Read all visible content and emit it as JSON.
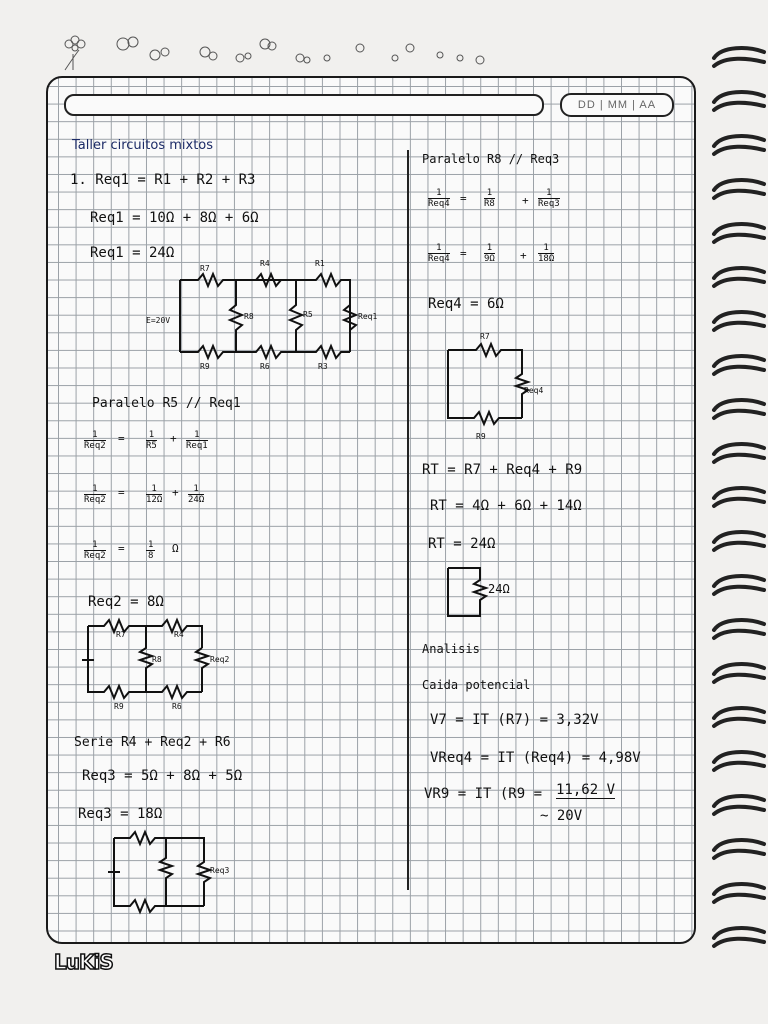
{
  "header": {
    "date_placeholder": "DD | MM | AA"
  },
  "brand": "LuKiS",
  "left": {
    "title": "Taller circuitos mixtos",
    "eq1": "1. Req1 = R1 + R2 + R3",
    "eq2": "Req1 = 10Ω + 8Ω + 6Ω",
    "eq3": "Req1 = 24Ω",
    "c1": {
      "r7": "R7",
      "r4": "R4",
      "r1": "R1",
      "v": "E=20V",
      "r8": "R8",
      "r5": "R5",
      "req1": "Req1",
      "r9": "R9",
      "r6": "R6",
      "r3": "R3"
    },
    "parallel_title": "Paralelo R5 // Req1",
    "f1": {
      "lhs_n": "1",
      "lhs_d": "Req2",
      "a_n": "1",
      "a_d": "R5",
      "b_n": "1",
      "b_d": "Req1"
    },
    "f2": {
      "lhs_n": "1",
      "lhs_d": "Req2",
      "a_n": "1",
      "a_d": "12Ω",
      "b_n": "1",
      "b_d": "24Ω"
    },
    "f3": {
      "lhs_n": "1",
      "lhs_d": "Req2",
      "a_n": "1",
      "a_d": "8",
      "unit": "Ω"
    },
    "req2_result": "Req2 = 8Ω",
    "c2": {
      "r7": "R7",
      "r4": "R4",
      "r8": "R8",
      "req2": "Req2",
      "r9": "R9",
      "r6": "R6"
    },
    "serie_title": "Serie R4 + Req2 + R6",
    "eq_req3": "Req3 = 5Ω + 8Ω + 5Ω",
    "req3_result": "Req3 = 18Ω",
    "c3": {
      "req3": "Req3"
    }
  },
  "right": {
    "parallel_title": "Paralelo R8 // Req3",
    "f1": {
      "lhs_n": "1",
      "lhs_d": "Req4",
      "a_n": "1",
      "a_d": "R8",
      "b_n": "1",
      "b_d": "Req3"
    },
    "f2": {
      "lhs_n": "1",
      "lhs_d": "Req4",
      "a_n": "1",
      "a_d": "9Ω",
      "b_n": "1",
      "b_d": "18Ω"
    },
    "req4_result": "Req4 = 6Ω",
    "c4": {
      "r7": "R7",
      "req4": "Req4",
      "r9": "R9"
    },
    "rt1": "RT = R7 + Req4 + R9",
    "rt2": "RT = 4Ω + 6Ω + 14Ω",
    "rt3": "RT = 24Ω",
    "c5": {
      "value": "24Ω"
    },
    "analysis": "Analisis",
    "caida": "Caida potencial",
    "v1": "V7 = IT (R7) = 3,32V",
    "v2": "VReq4 = IT (Req4) = 4,98V",
    "v3": "VR9 = IT (R9 =",
    "v3_val": "11,62 V",
    "total": "~ 20V"
  }
}
